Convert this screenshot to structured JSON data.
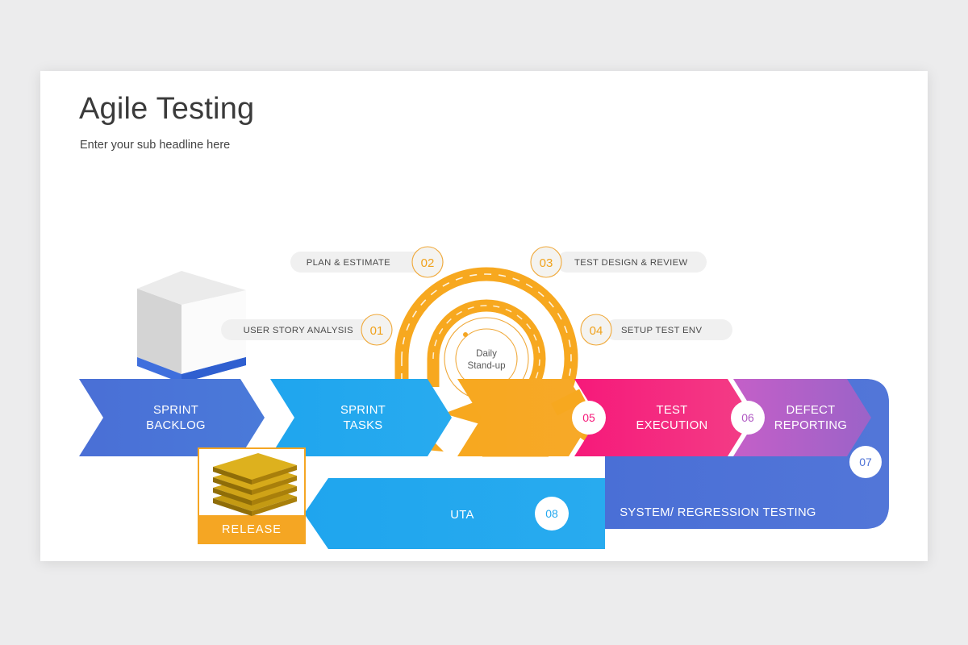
{
  "slide": {
    "title": "Agile Testing",
    "subtitle": "Enter your sub headline here"
  },
  "center": {
    "line1": "Daily",
    "line2": "Stand-up"
  },
  "cycle_steps": [
    {
      "number": "01",
      "label": "USER STORY ANALYSIS",
      "side": "left"
    },
    {
      "number": "02",
      "label": "PLAN & ESTIMATE",
      "side": "left"
    },
    {
      "number": "03",
      "label": "TEST DESIGN & REVIEW",
      "side": "right"
    },
    {
      "number": "04",
      "label": "SETUP TEST ENV",
      "side": "right"
    }
  ],
  "flow_top": [
    {
      "label_line1": "SPRINT",
      "label_line2": "BACKLOG",
      "color": "#4774d8",
      "number": ""
    },
    {
      "label_line1": "SPRINT",
      "label_line2": "TASKS",
      "color": "#23a8ef",
      "number": ""
    },
    {
      "label_line1": "",
      "label_line2": "",
      "color": "#f5a623",
      "number": ""
    },
    {
      "label_line1": "TEST",
      "label_line2": "EXECUTION",
      "color": "#f72a7e",
      "number": "05"
    },
    {
      "label_line1": "DEFECT",
      "label_line2": "REPORTING",
      "color": "#b15ac4",
      "number": "06"
    }
  ],
  "flow_bottom": [
    {
      "label": "SYSTEM/ REGRESSION TESTING",
      "color": "#4a6fd4",
      "number": "07"
    },
    {
      "label": "UTA",
      "color": "#23a8ef",
      "number": "08"
    }
  ],
  "release": {
    "label": "RELEASE",
    "icon": "stacked-slabs-icon"
  },
  "colors": {
    "orange": "#f5a623",
    "orange_light": "#f8b843",
    "blue": "#4774d8",
    "light_blue": "#23a8ef",
    "pink": "#f72a7e",
    "purple": "#b15ac4",
    "badge_bg": "#f4f3f0",
    "pill_bg": "#f0f0f0",
    "card_bg": "#ffffff",
    "page_bg": "#ececed"
  }
}
